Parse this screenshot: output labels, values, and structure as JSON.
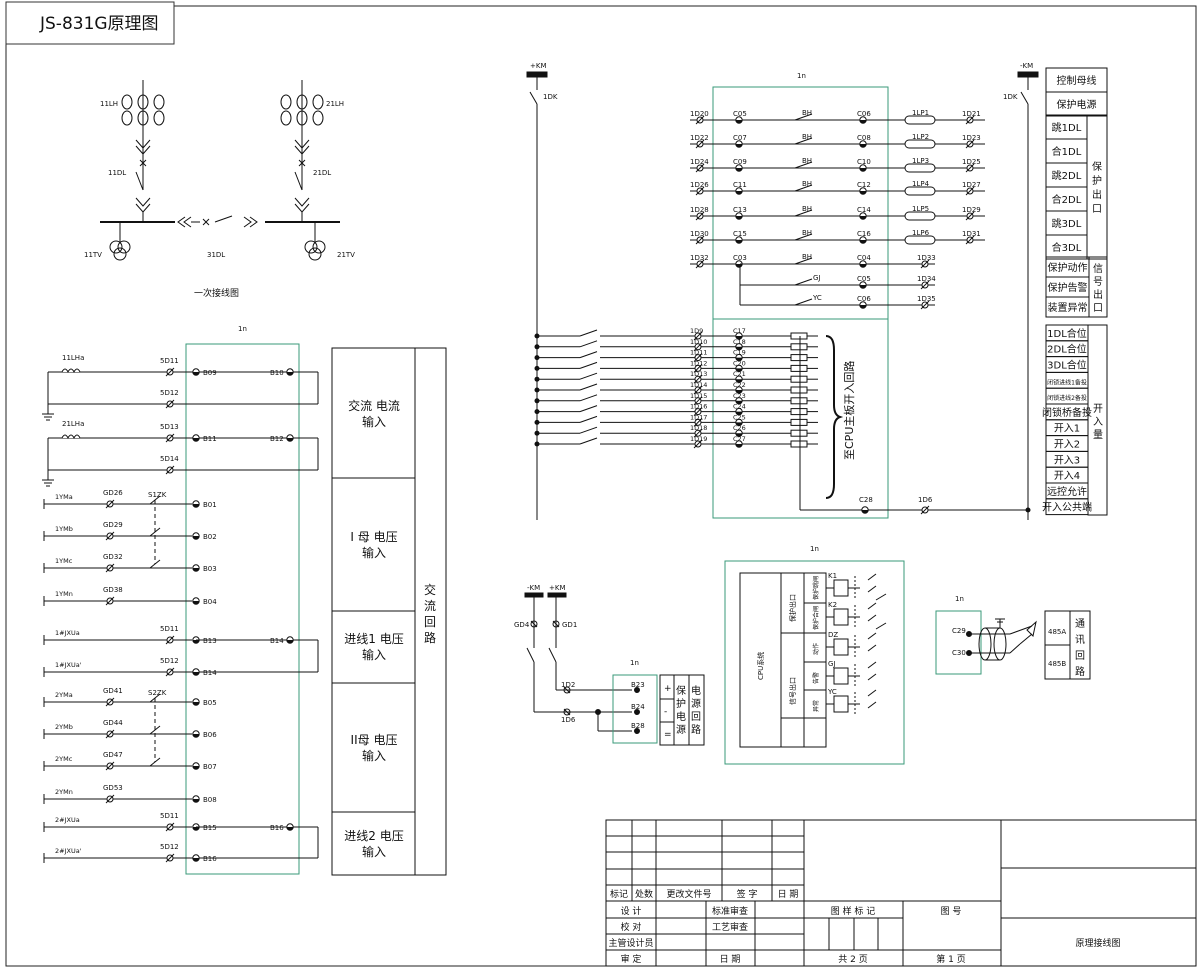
{
  "title": "JS-831G原理图",
  "primary": {
    "caption": "一次接线图",
    "l_ct": "11LH",
    "r_ct": "21LH",
    "l_brk": "11DL",
    "r_brk": "21DL",
    "tie": "31DL",
    "l_tv": "11TV",
    "r_tv": "21TV"
  },
  "device": "1n",
  "ac": {
    "ct_rows": [
      {
        "ct": "11LHa",
        "t1": "5D11",
        "p1": "B09",
        "t2": "5D12",
        "p2": "B10"
      },
      {
        "ct": "21LHa",
        "t1": "5D13",
        "p1": "B11",
        "t2": "5D14",
        "p2": "B12"
      }
    ],
    "vt_rows": [
      {
        "l": "1YMa",
        "t": "GD26",
        "p": "B01"
      },
      {
        "l": "1YMb",
        "t": "GD29",
        "p": "B02"
      },
      {
        "l": "1YMc",
        "t": "GD32",
        "p": "B03"
      },
      {
        "l": "1YMn",
        "t": "GD38",
        "p": "B04"
      },
      {
        "l": "1#JXUa",
        "t": "5D11",
        "p": "B13"
      },
      {
        "l": "1#JXUa'",
        "t": "5D12",
        "p": "B14"
      },
      {
        "l": "2YMa",
        "t": "GD41",
        "p": "B05"
      },
      {
        "l": "2YMb",
        "t": "GD44",
        "p": "B06"
      },
      {
        "l": "2YMc",
        "t": "GD47",
        "p": "B07"
      },
      {
        "l": "2YMn",
        "t": "GD53",
        "p": "B08"
      },
      {
        "l": "2#JXUa",
        "t": "5D11",
        "p": "B15"
      },
      {
        "l": "2#JXUa'",
        "t": "5D12",
        "p": "B16"
      }
    ],
    "switch1": "S1ZK",
    "switch2": "S2ZK",
    "groups": [
      {
        "l1": "交流  电流",
        "l2": "输入"
      },
      {
        "l1": "I 母  电压",
        "l2": "输入"
      },
      {
        "l1": "进线1  电压",
        "l2": "输入"
      },
      {
        "l1": "II母  电压",
        "l2": "输入"
      },
      {
        "l1": "进线2  电压",
        "l2": "输入"
      }
    ],
    "loop": [
      "交",
      "流",
      "回",
      "路"
    ]
  },
  "outputs": {
    "pos_bus": "+KM",
    "neg_bus": "-KM",
    "sw": "1DK",
    "rows": [
      {
        "t1": "1D20",
        "p1": "C05",
        "c": "BH",
        "p2": "C06",
        "lp": "1LP1",
        "t2": "1D21"
      },
      {
        "t1": "1D22",
        "p1": "C07",
        "c": "BH",
        "p2": "C08",
        "lp": "1LP2",
        "t2": "1D23"
      },
      {
        "t1": "1D24",
        "p1": "C09",
        "c": "BH",
        "p2": "C10",
        "lp": "1LP3",
        "t2": "1D25"
      },
      {
        "t1": "1D26",
        "p1": "C11",
        "c": "BH",
        "p2": "C12",
        "lp": "1LP4",
        "t2": "1D27"
      },
      {
        "t1": "1D28",
        "p1": "C13",
        "c": "BH",
        "p2": "C14",
        "lp": "1LP5",
        "t2": "1D29"
      },
      {
        "t1": "1D30",
        "p1": "C15",
        "c": "BH",
        "p2": "C16",
        "lp": "1LP6",
        "t2": "1D31"
      }
    ],
    "sig": {
      "t1": "1D32",
      "p1": "C03",
      "rows": [
        {
          "c": "BH",
          "p2": "C04",
          "t2": "1D33"
        },
        {
          "c": "GJ",
          "p2": "C05",
          "t2": "1D34"
        },
        {
          "c": "YC",
          "p2": "C06",
          "t2": "1D35"
        }
      ]
    },
    "inputs": [
      {
        "t": "1D9",
        "p": "C17"
      },
      {
        "t": "1D10",
        "p": "C18"
      },
      {
        "t": "1D11",
        "p": "C19"
      },
      {
        "t": "1D12",
        "p": "C20"
      },
      {
        "t": "1D13",
        "p": "C21"
      },
      {
        "t": "1D14",
        "p": "C22"
      },
      {
        "t": "1D15",
        "p": "C23"
      },
      {
        "t": "1D16",
        "p": "C24"
      },
      {
        "t": "1D17",
        "p": "C25"
      },
      {
        "t": "1D18",
        "p": "C26"
      },
      {
        "t": "1D19",
        "p": "C27"
      }
    ],
    "common": {
      "p": "C28",
      "t": "1D6"
    },
    "cpu_note": "至CPU主板开入回路"
  },
  "func": {
    "top": [
      "控制母线",
      "保护电源"
    ],
    "prot": [
      "跳1DL",
      "合1DL",
      "跳2DL",
      "合2DL",
      "跳3DL",
      "合3DL"
    ],
    "prot_label": [
      "保",
      "护",
      "出",
      "口"
    ],
    "sig": [
      "保护动作",
      "保护告警",
      "装置异常"
    ],
    "sig_label": [
      "信",
      "号",
      "出",
      "口"
    ],
    "inp": [
      "1DL合位",
      "2DL合位",
      "3DL合位",
      "闭锁进线1备投",
      "闭锁进线2备投",
      "闭锁桥备投",
      "开入1",
      "开入2",
      "开入3",
      "开入4",
      "远控允许",
      "开入公共端"
    ],
    "inp_label": [
      "开",
      "入",
      "量"
    ]
  },
  "psu": {
    "neg": "-KM",
    "pos": "+KM",
    "gd4": "GD4",
    "gd1": "GD1",
    "t2": "1D2",
    "t6": "1D6",
    "pins": [
      "B23",
      "B24",
      "B28"
    ],
    "signs": [
      "+",
      "-",
      "="
    ],
    "label1": [
      "保",
      "护",
      "电",
      "源"
    ],
    "label2": [
      "电",
      "源",
      "回",
      "路"
    ]
  },
  "cpu": {
    "sys": "CPU系统",
    "g1": "保护出口",
    "g2": "信号出口",
    "subs": [
      "保护跳闸",
      "保护合闸",
      "动作",
      "告警",
      "异常"
    ],
    "relays": [
      "K1",
      "K2",
      "DZ",
      "GJ",
      "YC"
    ]
  },
  "comm": {
    "pins": [
      "C29",
      "C30"
    ],
    "ports": [
      "485A",
      "485B"
    ],
    "label": [
      "通",
      "讯",
      "回",
      "路"
    ]
  },
  "tb": {
    "head": [
      "标记",
      "处数",
      "更改文件号",
      "签  字",
      "日 期"
    ],
    "r1": [
      "设  计",
      "标准审查",
      "图 样 标 记",
      "图      号"
    ],
    "r2": [
      "校  对",
      "工艺审查"
    ],
    "r3": [
      "主管设计员"
    ],
    "r4": [
      "审  定",
      "日  期",
      "共  2  页",
      "第  1  页"
    ],
    "name": "原理接线图"
  }
}
